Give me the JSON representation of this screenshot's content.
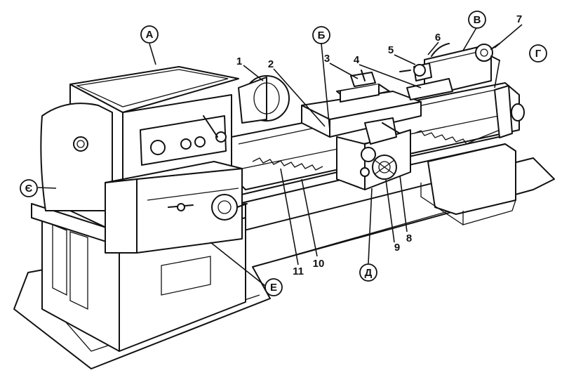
{
  "letter_labels": [
    "А",
    "Б",
    "В",
    "Г",
    "Д",
    "Е",
    "Є"
  ],
  "number_labels": [
    "1",
    "2",
    "3",
    "4",
    "5",
    "6",
    "7",
    "8",
    "9",
    "10",
    "11"
  ]
}
